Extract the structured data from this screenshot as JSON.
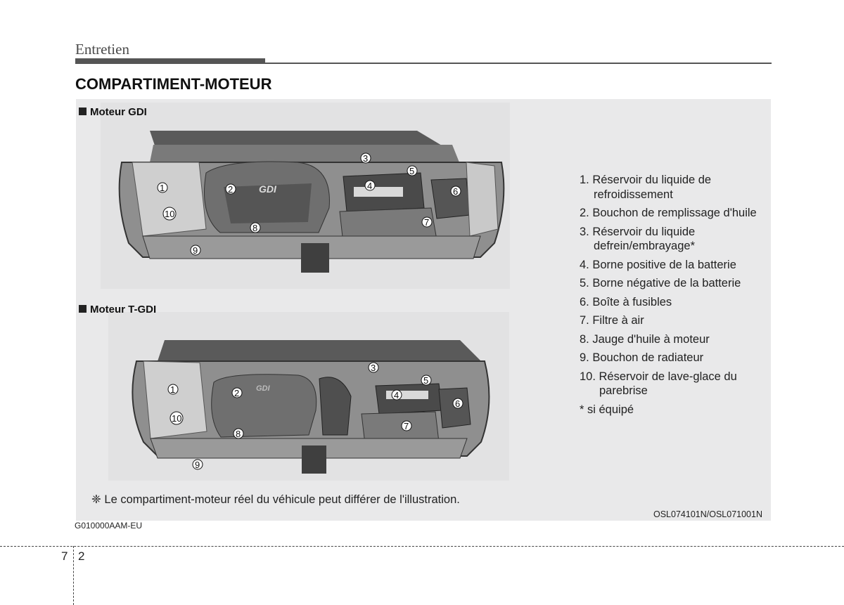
{
  "header": {
    "section": "Entretien",
    "title": "COMPARTIMENT-MOTEUR"
  },
  "figures": [
    {
      "caption": "Moteur GDI",
      "engine_badge": "GDI",
      "callouts": [
        "1",
        "2",
        "3",
        "4",
        "5",
        "6",
        "7",
        "8",
        "9",
        "10"
      ]
    },
    {
      "caption": "Moteur T-GDI",
      "engine_badge": "GDI",
      "callouts": [
        "1",
        "2",
        "3",
        "4",
        "5",
        "6",
        "7",
        "8",
        "9",
        "10"
      ]
    }
  ],
  "legend": [
    "1. Réservoir du liquide de refroidissement",
    "2. Bouchon de remplissage d'huile",
    "3. Réservoir du liquide defrein/embrayage*",
    "4. Borne positive de la batterie",
    "5. Borne négative de la batterie",
    "6. Boîte à fusibles",
    "7. Filtre à air",
    "8. Jauge d'huile à moteur",
    "9. Bouchon de radiateur",
    "10. Réservoir de lave-glace du parebrise",
    "* si équipé"
  ],
  "note": "❈ Le compartiment-moteur réel du véhicule peut différer de l'illustration.",
  "ref_code": "OSL074101N/OSL071001N",
  "doc_code": "G010000AAM-EU",
  "footer": {
    "chapter": "7",
    "page": "2"
  }
}
